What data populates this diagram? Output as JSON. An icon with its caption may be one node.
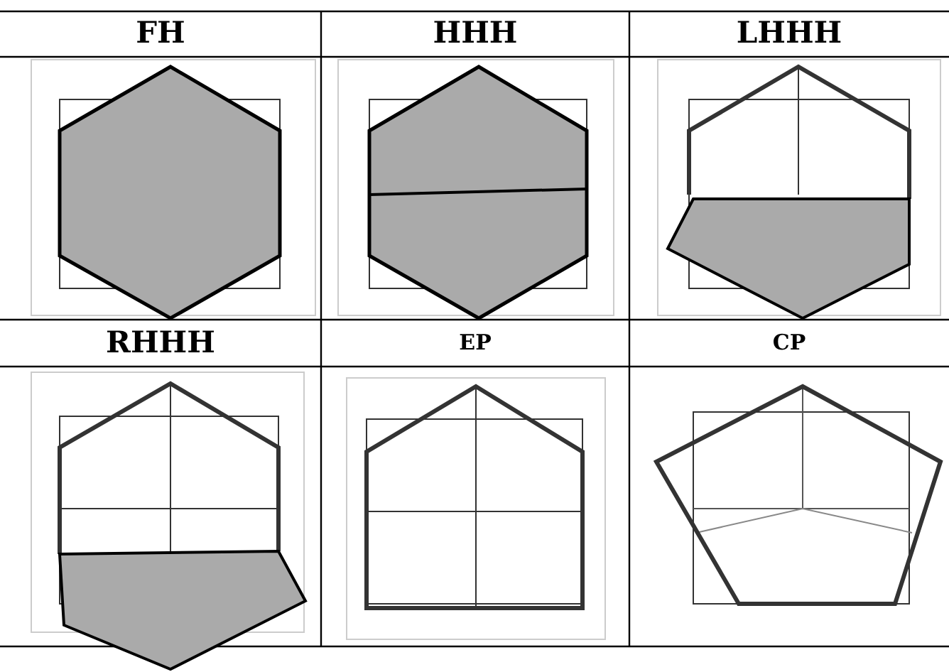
{
  "diagram": {
    "labels": [
      "FH",
      "HHH",
      "LHHH",
      "RHHH",
      "EP",
      "CP"
    ]
  }
}
